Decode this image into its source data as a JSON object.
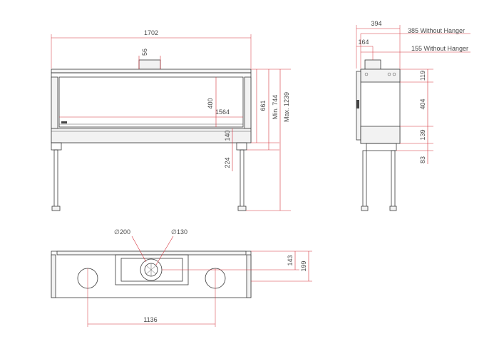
{
  "colors": {
    "dimension": "#d6323c",
    "outline": "#3a3a3a",
    "text": "#4a4a4a"
  },
  "front_view": {
    "overall_width": "1702",
    "flue_width": "56",
    "glass_height": "400",
    "glass_width": "1564",
    "min_height": "661",
    "min_total": "Min. 744",
    "max_total": "Max. 1239",
    "base_height": "140",
    "leg_height": "224"
  },
  "side_view": {
    "depth": "394",
    "depth_note": "385 Without Hanger",
    "flue_offset": "164",
    "flue_note": "155 Without Hanger",
    "top_height": "119",
    "glass_height": "404",
    "lower_height": "139",
    "base_height": "83"
  },
  "top_view": {
    "outer_flue_diameter": "200",
    "inner_flue_diameter": "130",
    "flue_depth_inner": "143",
    "flue_depth_outer": "199",
    "hole_spacing": "1136",
    "diameter_symbol": "∅"
  }
}
